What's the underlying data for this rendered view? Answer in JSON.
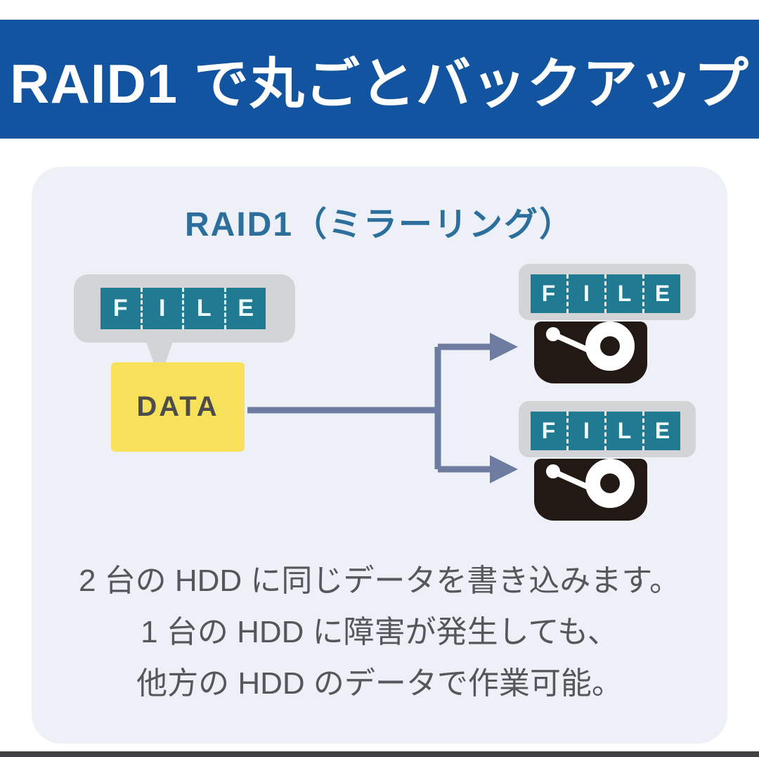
{
  "header": {
    "title": "RAID1 で丸ごとバックアップ"
  },
  "card": {
    "subtitle": "RAID1（ミラーリング）",
    "file_letters": [
      "F",
      "I",
      "L",
      "E"
    ],
    "data_label": "DATA",
    "caption_lines": [
      "2 台の HDD に同じデータを書き込みます。",
      "1 台の HDD に障害が発生しても、",
      "他方の HDD のデータで作業可能。"
    ]
  },
  "icons": {
    "source_callout": "speech-bubble-icon",
    "mirror_drive": "hdd-icon",
    "connector": "split-arrow-icon"
  },
  "colors": {
    "banner_bg": "#12549f",
    "banner_text": "#ffffff",
    "card_bg": "#edf1f7",
    "subtitle_text": "#2d6f9c",
    "bubble_gray": "#d3d4d6",
    "file_teal": "#207a92",
    "file_letter": "#eefcff",
    "data_yellow": "#f7e05a",
    "data_text": "#4c4c4c",
    "connector": "#6d7ca0",
    "hdd_body": "#221814",
    "caption_text": "#54575b",
    "bottom_bar": "#3f4142"
  }
}
